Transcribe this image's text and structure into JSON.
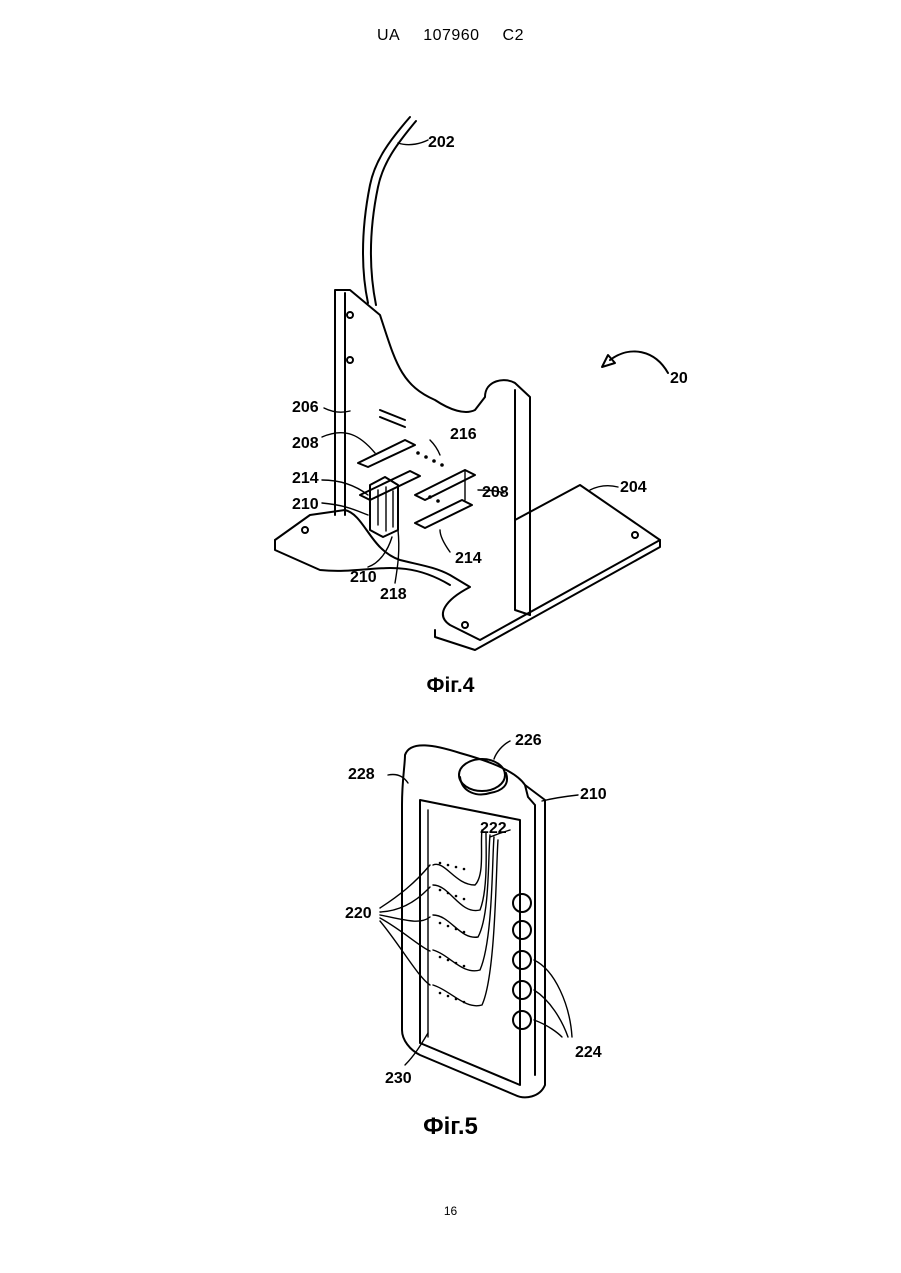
{
  "header": {
    "country": "UA",
    "number": "107960",
    "kind": "C2"
  },
  "figure4": {
    "caption": "Фіг.4",
    "labels": {
      "l202": "202",
      "l20": "20",
      "l206": "206",
      "l208a": "208",
      "l216": "216",
      "l214a": "214",
      "l208b": "208",
      "l204": "204",
      "l210a": "210",
      "l214b": "214",
      "l210b": "210",
      "l218": "218"
    }
  },
  "figure5": {
    "caption": "Фіг.5",
    "labels": {
      "l226": "226",
      "l228": "228",
      "l210": "210",
      "l222": "222",
      "l220": "220",
      "l224": "224",
      "l230": "230"
    }
  },
  "page_number": "16"
}
